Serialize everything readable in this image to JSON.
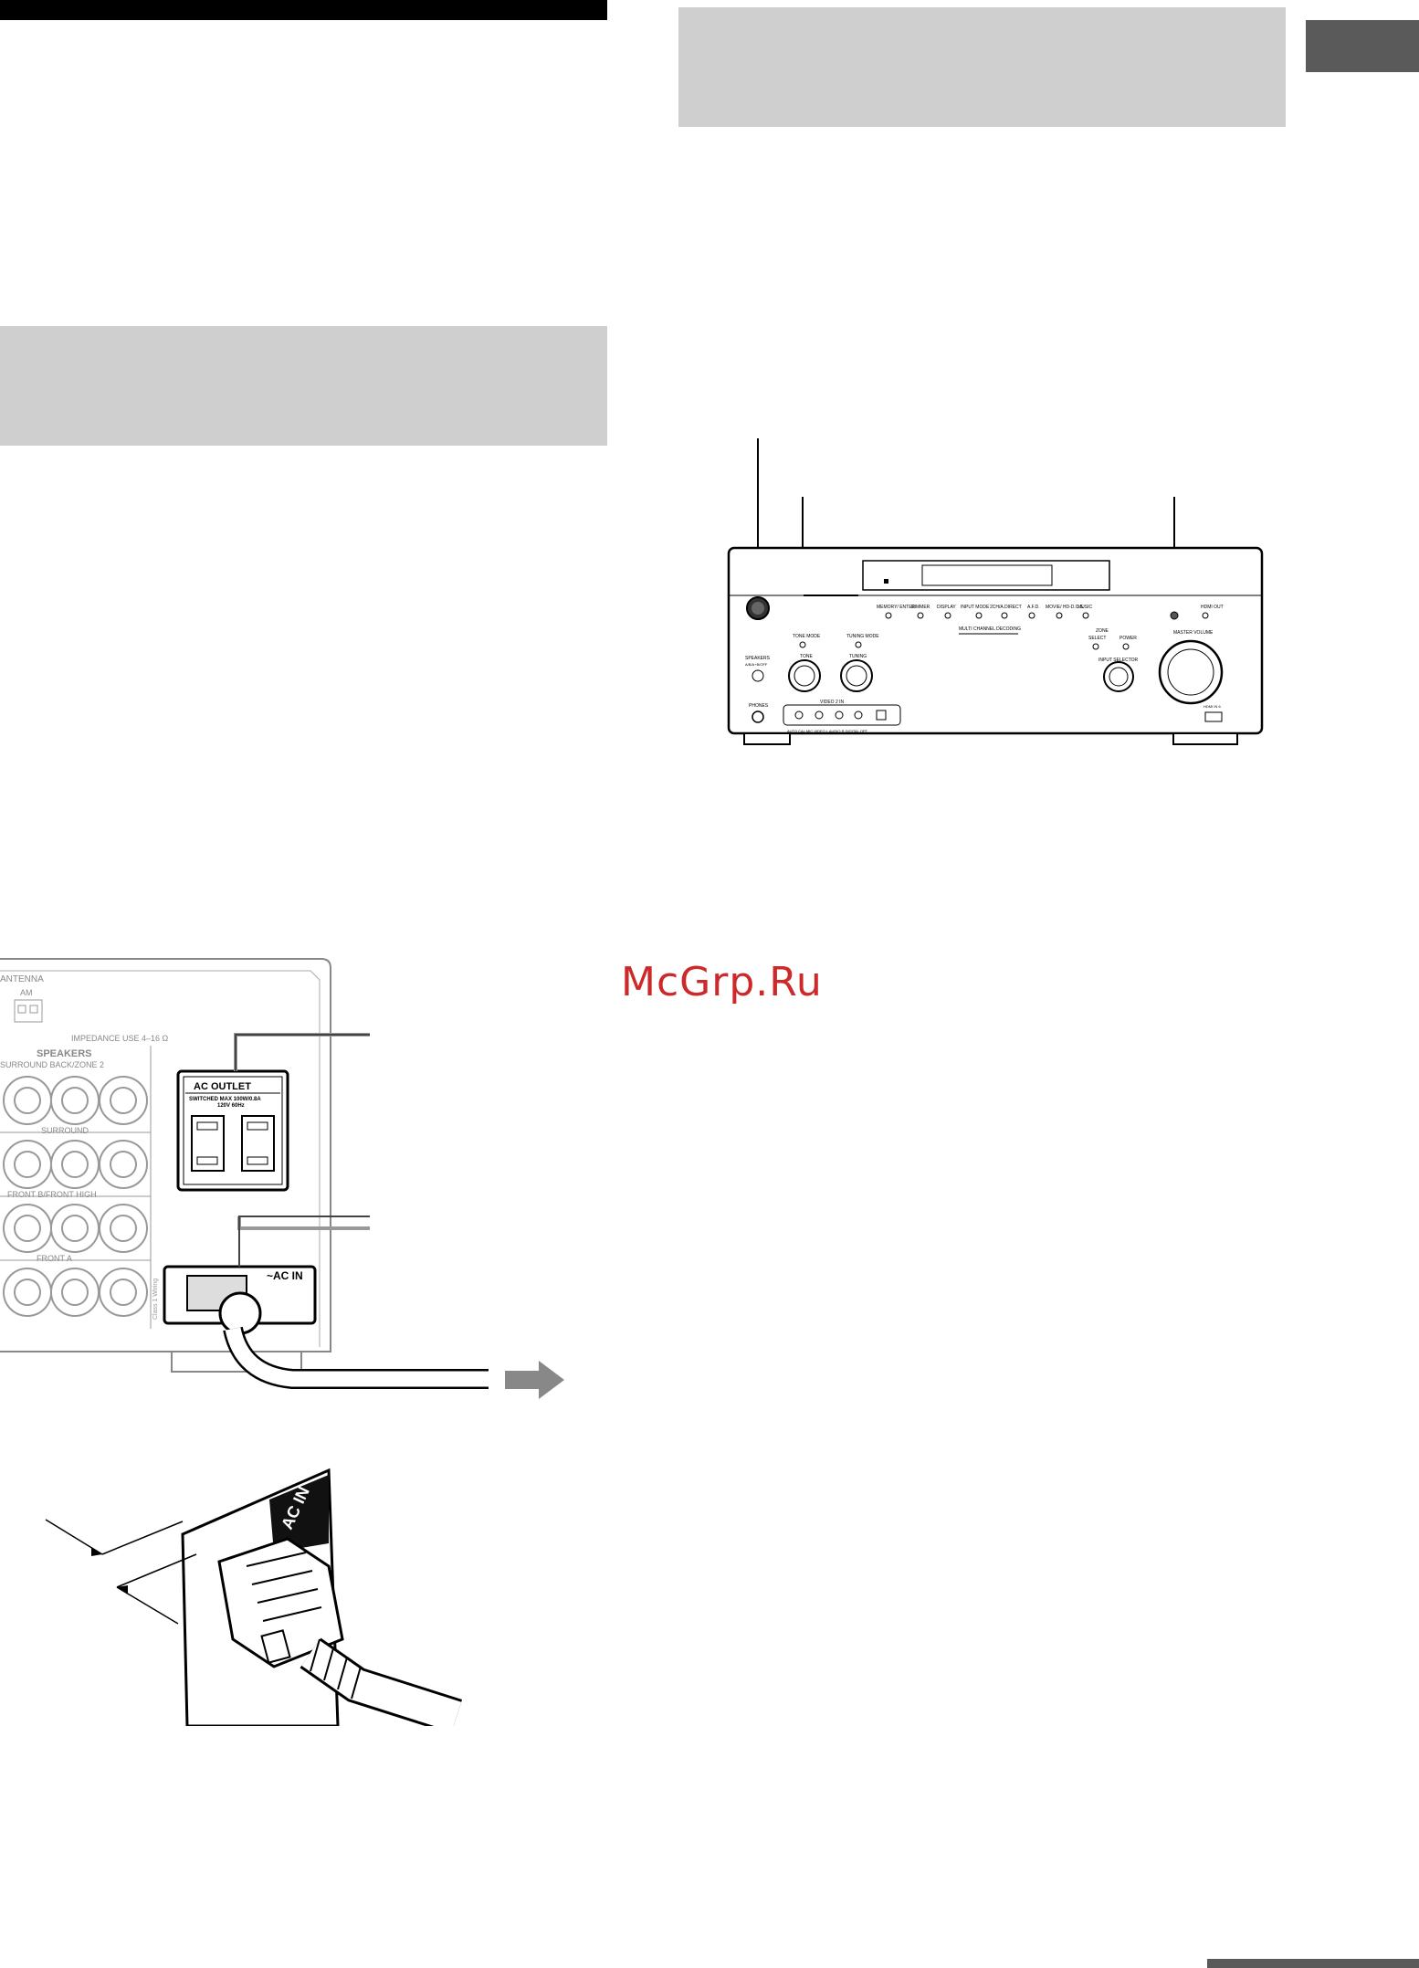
{
  "watermark": "McGrp.Ru",
  "front_panel": {
    "button_labels": [
      "MEMORY/ ENTER",
      "DIMMER",
      "DISPLAY",
      "INPUT MODE",
      "2CH/A.DIRECT",
      "A.F.D.",
      "MOVIE/ HD-D.C.S.",
      "MUSIC"
    ],
    "multi_channel": "MULTI CHANNEL DECODING",
    "tone_mode": "TONE MODE",
    "tuning_mode": "TUNING MODE",
    "tone": "TONE",
    "tuning": "TUNING",
    "speakers": "SPEAKERS",
    "speakers_sub": "A/B/A+B/OFF",
    "phones": "PHONES",
    "video_in": "VIDEO 2 IN",
    "jack_labels": "AUTO CAL MIC   VIDEO   L AUDIO R   DIGITAL OPT",
    "zone": "ZONE",
    "select": "SELECT",
    "power": "POWER",
    "input_selector": "INPUT SELECTOR",
    "master_volume": "MASTER VOLUME",
    "hdmi_out": "HDMI OUT",
    "hdmi_in": "HDMI IN 6"
  },
  "rear_panel": {
    "antenna": "ANTENNA",
    "am": "AM",
    "impedance": "IMPEDANCE USE 4–16 Ω",
    "speakers": "SPEAKERS",
    "surround_back": "SURROUND BACK/ZONE 2",
    "surround": "SURROUND",
    "front_b": "FRONT B/FRONT HIGH",
    "front_a": "FRONT A",
    "ac_outlet": "AC OUTLET",
    "ac_outlet_spec": "SWITCHED MAX 100W/0.8A",
    "ac_outlet_spec2": "120V 60Hz",
    "ac_in": "~AC IN",
    "class_label": "Class 1 Wiring"
  },
  "plug_detail": {
    "ac_in": "AC IN"
  },
  "colors": {
    "watermark": "#cc2a2a",
    "grey_band": "#cfcfcf",
    "section_tab": "#5a5a5a"
  }
}
